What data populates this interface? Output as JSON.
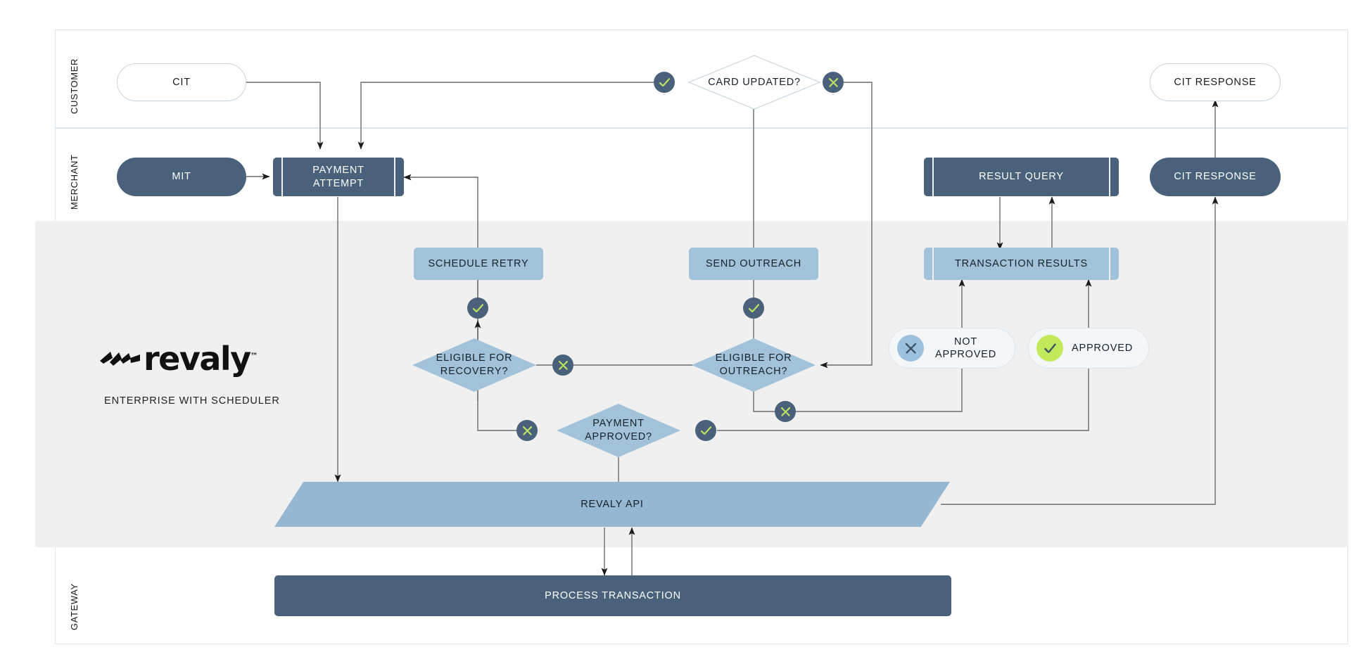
{
  "title": "Revaly Enterprise with Scheduler payment recovery flow",
  "brand": {
    "name": "revaly",
    "trademark": "™",
    "subtitle": "ENTERPRISE WITH SCHEDULER",
    "band_color": "#f0f0f0"
  },
  "colors": {
    "dark_slate": "#49617a",
    "light_blue": "#a2c2da",
    "parallelogram_blue": "#96b7d1",
    "lane_border": "#dbe5ee",
    "approved_green": "#c2e85c",
    "not_approved_blue": "#9dc0dc",
    "connector": "#6b6b6b",
    "band": "#f0f0f0"
  },
  "lanes": [
    {
      "id": "customer",
      "label": "CUSTOMER"
    },
    {
      "id": "merchant",
      "label": "MERCHANT"
    },
    {
      "id": "gateway",
      "label": "GATEWAY"
    }
  ],
  "nodes": [
    {
      "id": "cit",
      "label": "CIT",
      "shape": "pill-outline",
      "lane": "customer"
    },
    {
      "id": "card-updated",
      "label": "CARD UPDATED?",
      "shape": "diamond-outline",
      "lane": "customer"
    },
    {
      "id": "cit-response-customer",
      "label": "CIT RESPONSE",
      "shape": "pill-outline",
      "lane": "customer"
    },
    {
      "id": "mit",
      "label": "MIT",
      "shape": "pill-dark",
      "lane": "merchant"
    },
    {
      "id": "payment-attempt",
      "label": "PAYMENT\nATTEMPT",
      "shape": "subprocess-dark",
      "lane": "merchant"
    },
    {
      "id": "result-query",
      "label": "RESULT QUERY",
      "shape": "subprocess-dark",
      "lane": "merchant"
    },
    {
      "id": "cit-response-merchant",
      "label": "CIT RESPONSE",
      "shape": "pill-dark",
      "lane": "merchant"
    },
    {
      "id": "schedule-retry",
      "label": "SCHEDULE RETRY",
      "shape": "rect-light",
      "lane": "revaly"
    },
    {
      "id": "send-outreach",
      "label": "SEND OUTREACH",
      "shape": "rect-light",
      "lane": "revaly"
    },
    {
      "id": "transaction-results",
      "label": "TRANSACTION RESULTS",
      "shape": "subprocess-light",
      "lane": "revaly"
    },
    {
      "id": "eligible-recovery",
      "label": "ELIGIBLE FOR\nRECOVERY?",
      "shape": "diamond-light",
      "lane": "revaly"
    },
    {
      "id": "eligible-outreach",
      "label": "ELIGIBLE FOR\nOUTREACH?",
      "shape": "diamond-light",
      "lane": "revaly"
    },
    {
      "id": "payment-approved",
      "label": "PAYMENT\nAPPROVED?",
      "shape": "diamond-light",
      "lane": "revaly"
    },
    {
      "id": "revaly-api",
      "label": "REVALY API",
      "shape": "parallelogram",
      "lane": "revaly"
    },
    {
      "id": "process-transaction",
      "label": "PROCESS TRANSACTION",
      "shape": "rect-dark",
      "lane": "gateway"
    }
  ],
  "legend": [
    {
      "id": "not-approved",
      "label": "NOT\nAPPROVED",
      "icon": "x-mark-icon",
      "icon_bg": "#9dc0dc",
      "icon_fg": "#3c5266"
    },
    {
      "id": "approved",
      "label": "APPROVED",
      "icon": "check-mark-icon",
      "icon_bg": "#c2e85c",
      "icon_fg": "#3c5266"
    }
  ],
  "markers": [
    {
      "id": "marker-card-updated-yes",
      "type": "check-mark-icon",
      "on": "card-updated"
    },
    {
      "id": "marker-card-updated-no",
      "type": "x-mark-icon",
      "on": "card-updated"
    },
    {
      "id": "marker-schedule-retry-yes",
      "type": "check-mark-icon",
      "on": "eligible-recovery"
    },
    {
      "id": "marker-send-outreach-yes",
      "type": "check-mark-icon",
      "on": "eligible-outreach"
    },
    {
      "id": "marker-eligible-recovery-no",
      "type": "x-mark-icon",
      "on": "eligible-recovery"
    },
    {
      "id": "marker-eligible-outreach-no",
      "type": "x-mark-icon",
      "on": "eligible-outreach"
    },
    {
      "id": "marker-payment-approved-no",
      "type": "x-mark-icon",
      "on": "payment-approved"
    },
    {
      "id": "marker-payment-approved-yes",
      "type": "check-mark-icon",
      "on": "payment-approved"
    }
  ]
}
